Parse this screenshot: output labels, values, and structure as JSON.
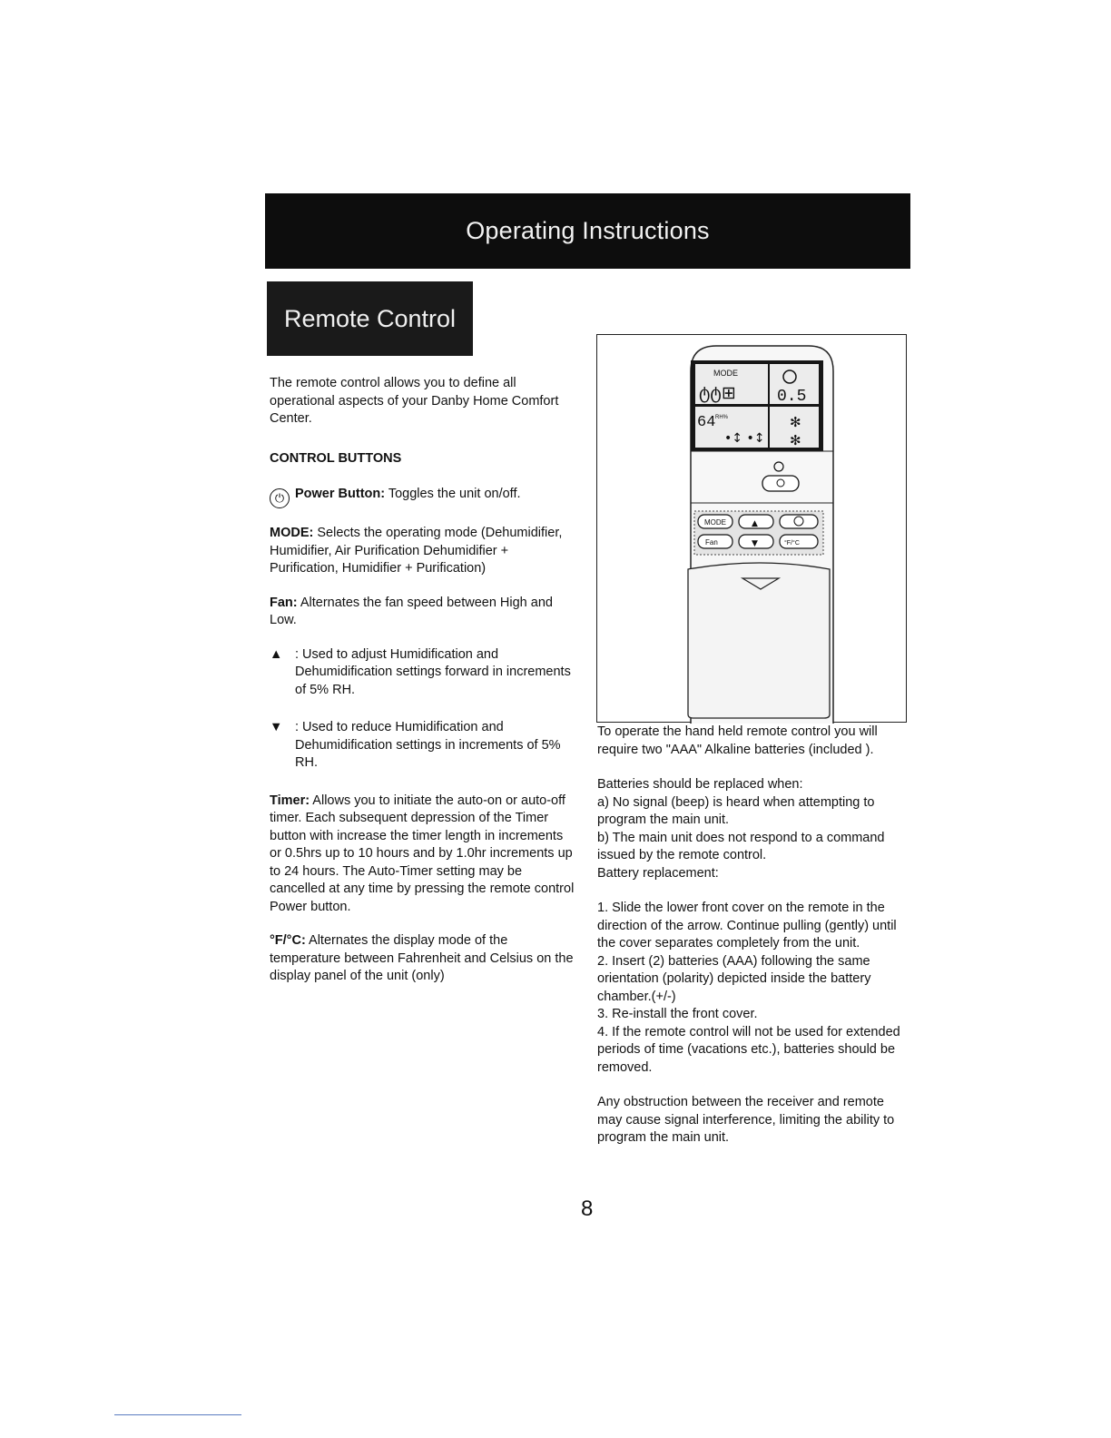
{
  "header": {
    "title": "Operating Instructions"
  },
  "section": {
    "title": "Remote Control"
  },
  "left": {
    "intro": "The remote control allows you to define all operational aspects of your Danby Home Comfort Center.",
    "control_heading": "CONTROL BUTTONS",
    "power": {
      "label": "Power Button:",
      "text": "Toggles the unit on/off."
    },
    "mode": {
      "label": "MODE:",
      "text": "Selects the operating mode (Dehumidifier, Humidifier, Air Purification Dehumidifier + Purification, Humidifier + Purification)"
    },
    "fan": {
      "label": "Fan:",
      "text": "Alternates the fan speed between High and Low."
    },
    "up": {
      "symbol": "▲",
      "text": ": Used to adjust Humidification and Dehumidification settings forward in increments of 5% RH."
    },
    "down": {
      "symbol": "▼",
      "text": ": Used to reduce Humidification and Dehumidification settings in increments of 5% RH."
    },
    "timer": {
      "label": "Timer:",
      "text": "Allows you to initiate the auto-on or auto-off timer. Each subsequent depression of the Timer button with increase the timer length in increments or 0.5hrs up to 10 hours and by 1.0hr increments up to 24 hours. The Auto-Timer setting may be cancelled at any time by pressing the remote control Power button."
    },
    "fc": {
      "label": "°F/°C:",
      "text": "Alternates the display mode of the temperature between Fahrenheit and Celsius on the display panel of the unit (only)"
    }
  },
  "remote": {
    "mode_label": "MODE",
    "timer_value": "0.5",
    "humidity_value": "64",
    "humidity_unit": "RH%",
    "btn_mode": "MODE",
    "btn_up": "▲",
    "btn_down": "▼",
    "btn_fan": "Fan",
    "btn_fc": "°F/°C"
  },
  "right": {
    "intro": "To operate the hand held remote control you will require two \"AAA\" Alkaline batteries (included ).",
    "replace_heading": "Batteries should be replaced when:",
    "reason_a": "a) No signal (beep) is heard when attempting to program the main unit.",
    "reason_b": "b) The main unit does not respond to a command issued by the remote control.",
    "replacement_heading": "Battery replacement:",
    "step1": "1. Slide the lower front cover on the remote in the direction of the arrow. Continue pulling (gently) until the cover separates completely from the unit.",
    "step2": "2. Insert (2) batteries (AAA) following the same orientation (polarity) depicted inside the battery chamber.(+/-)",
    "step3": "3. Re-install the front cover.",
    "step4": "4. If the remote control will not be used for extended periods of time (vacations etc.), batteries should be removed.",
    "note": "Any obstruction between the receiver and remote may cause signal interference, limiting the ability to program the main unit."
  },
  "page_number": "8"
}
